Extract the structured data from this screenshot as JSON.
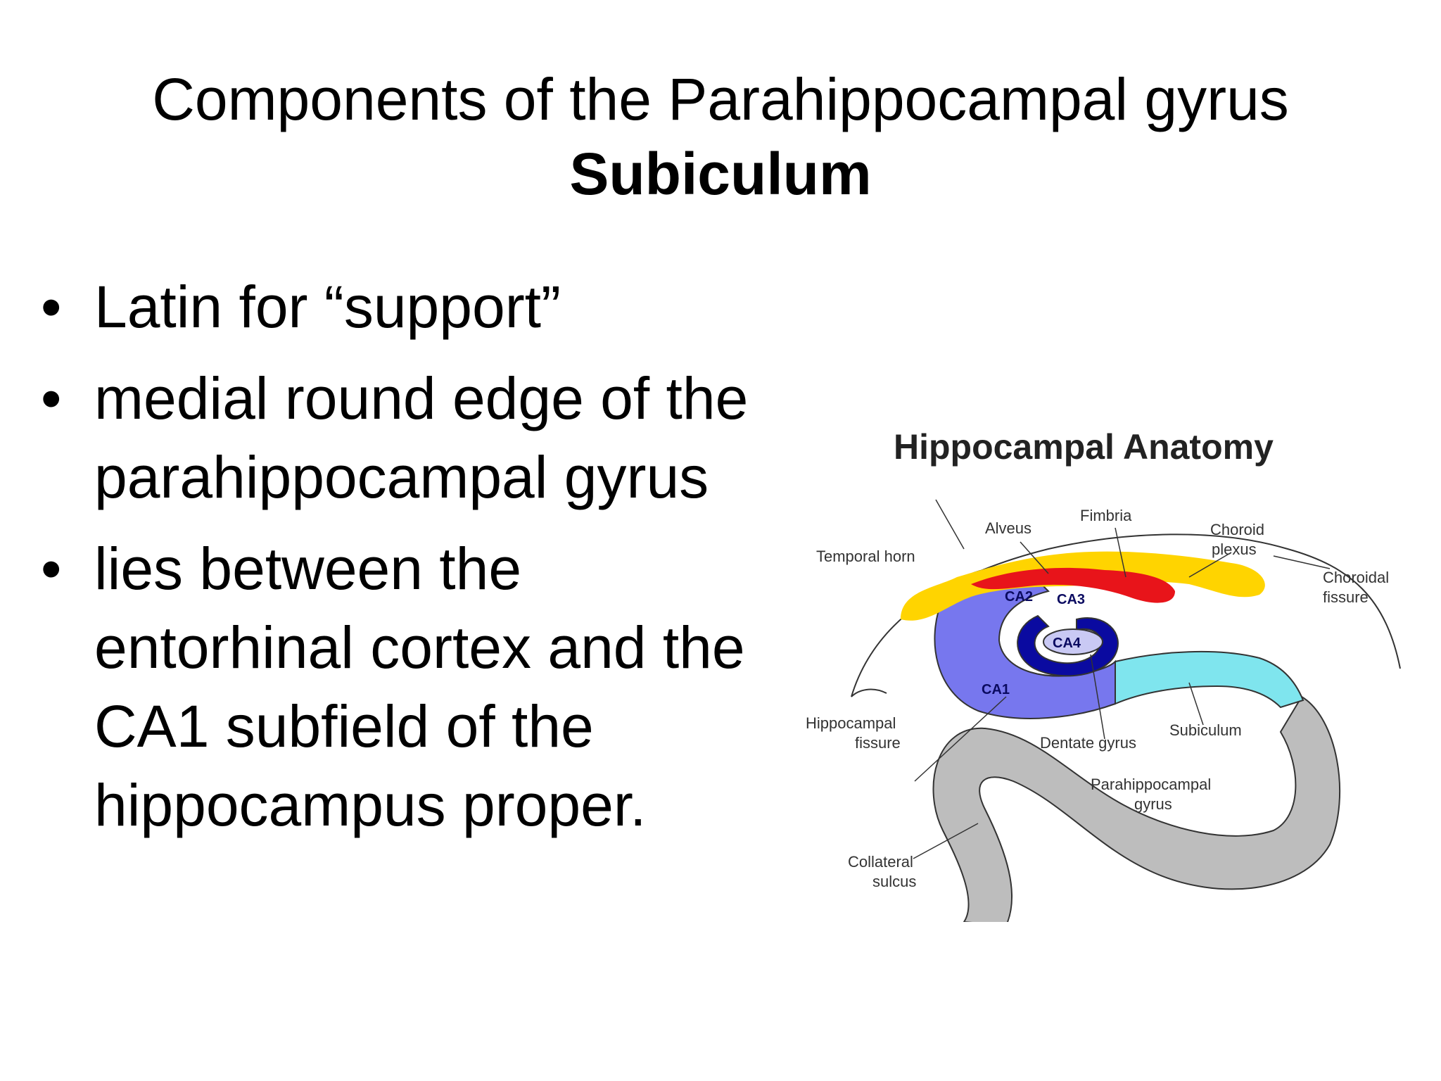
{
  "slide": {
    "title_line1": "Components of the Parahippocampal gyrus",
    "title_line2": "Subiculum",
    "bullet_marker": "•",
    "bullets": [
      "Latin for “support”",
      "medial round edge of the parahippocampal gyrus",
      "lies between the entorhinal cortex and the CA1 subfield of the hippocampus proper."
    ]
  },
  "figure": {
    "title": "Hippocampal Anatomy",
    "labels": {
      "alveus": "Alveus",
      "fimbria": "Fimbria",
      "choroid_1": "Choroid",
      "choroid_2": "plexus",
      "temporal_horn": "Temporal horn",
      "choroidal_1": "Choroidal",
      "choroidal_2": "fissure",
      "ca2": "CA2",
      "ca3": "CA3",
      "ca4": "CA4",
      "ca1": "CA1",
      "hippocampal_1": "Hippocampal",
      "hippocampal_2": "fissure",
      "dentate": "Dentate gyrus",
      "subiculum": "Subiculum",
      "parahippo_1": "Parahippocampal",
      "parahippo_2": "gyrus",
      "collateral_1": "Collateral",
      "collateral_2": "sulcus"
    },
    "colors": {
      "choroid_plexus": "#ffd400",
      "fimbria": "#e8141a",
      "ca_fields": "#7777ee",
      "dentate": "#0a0aa0",
      "subiculum": "#7fe5ee",
      "parahippocampal": "#bdbdbd"
    }
  }
}
